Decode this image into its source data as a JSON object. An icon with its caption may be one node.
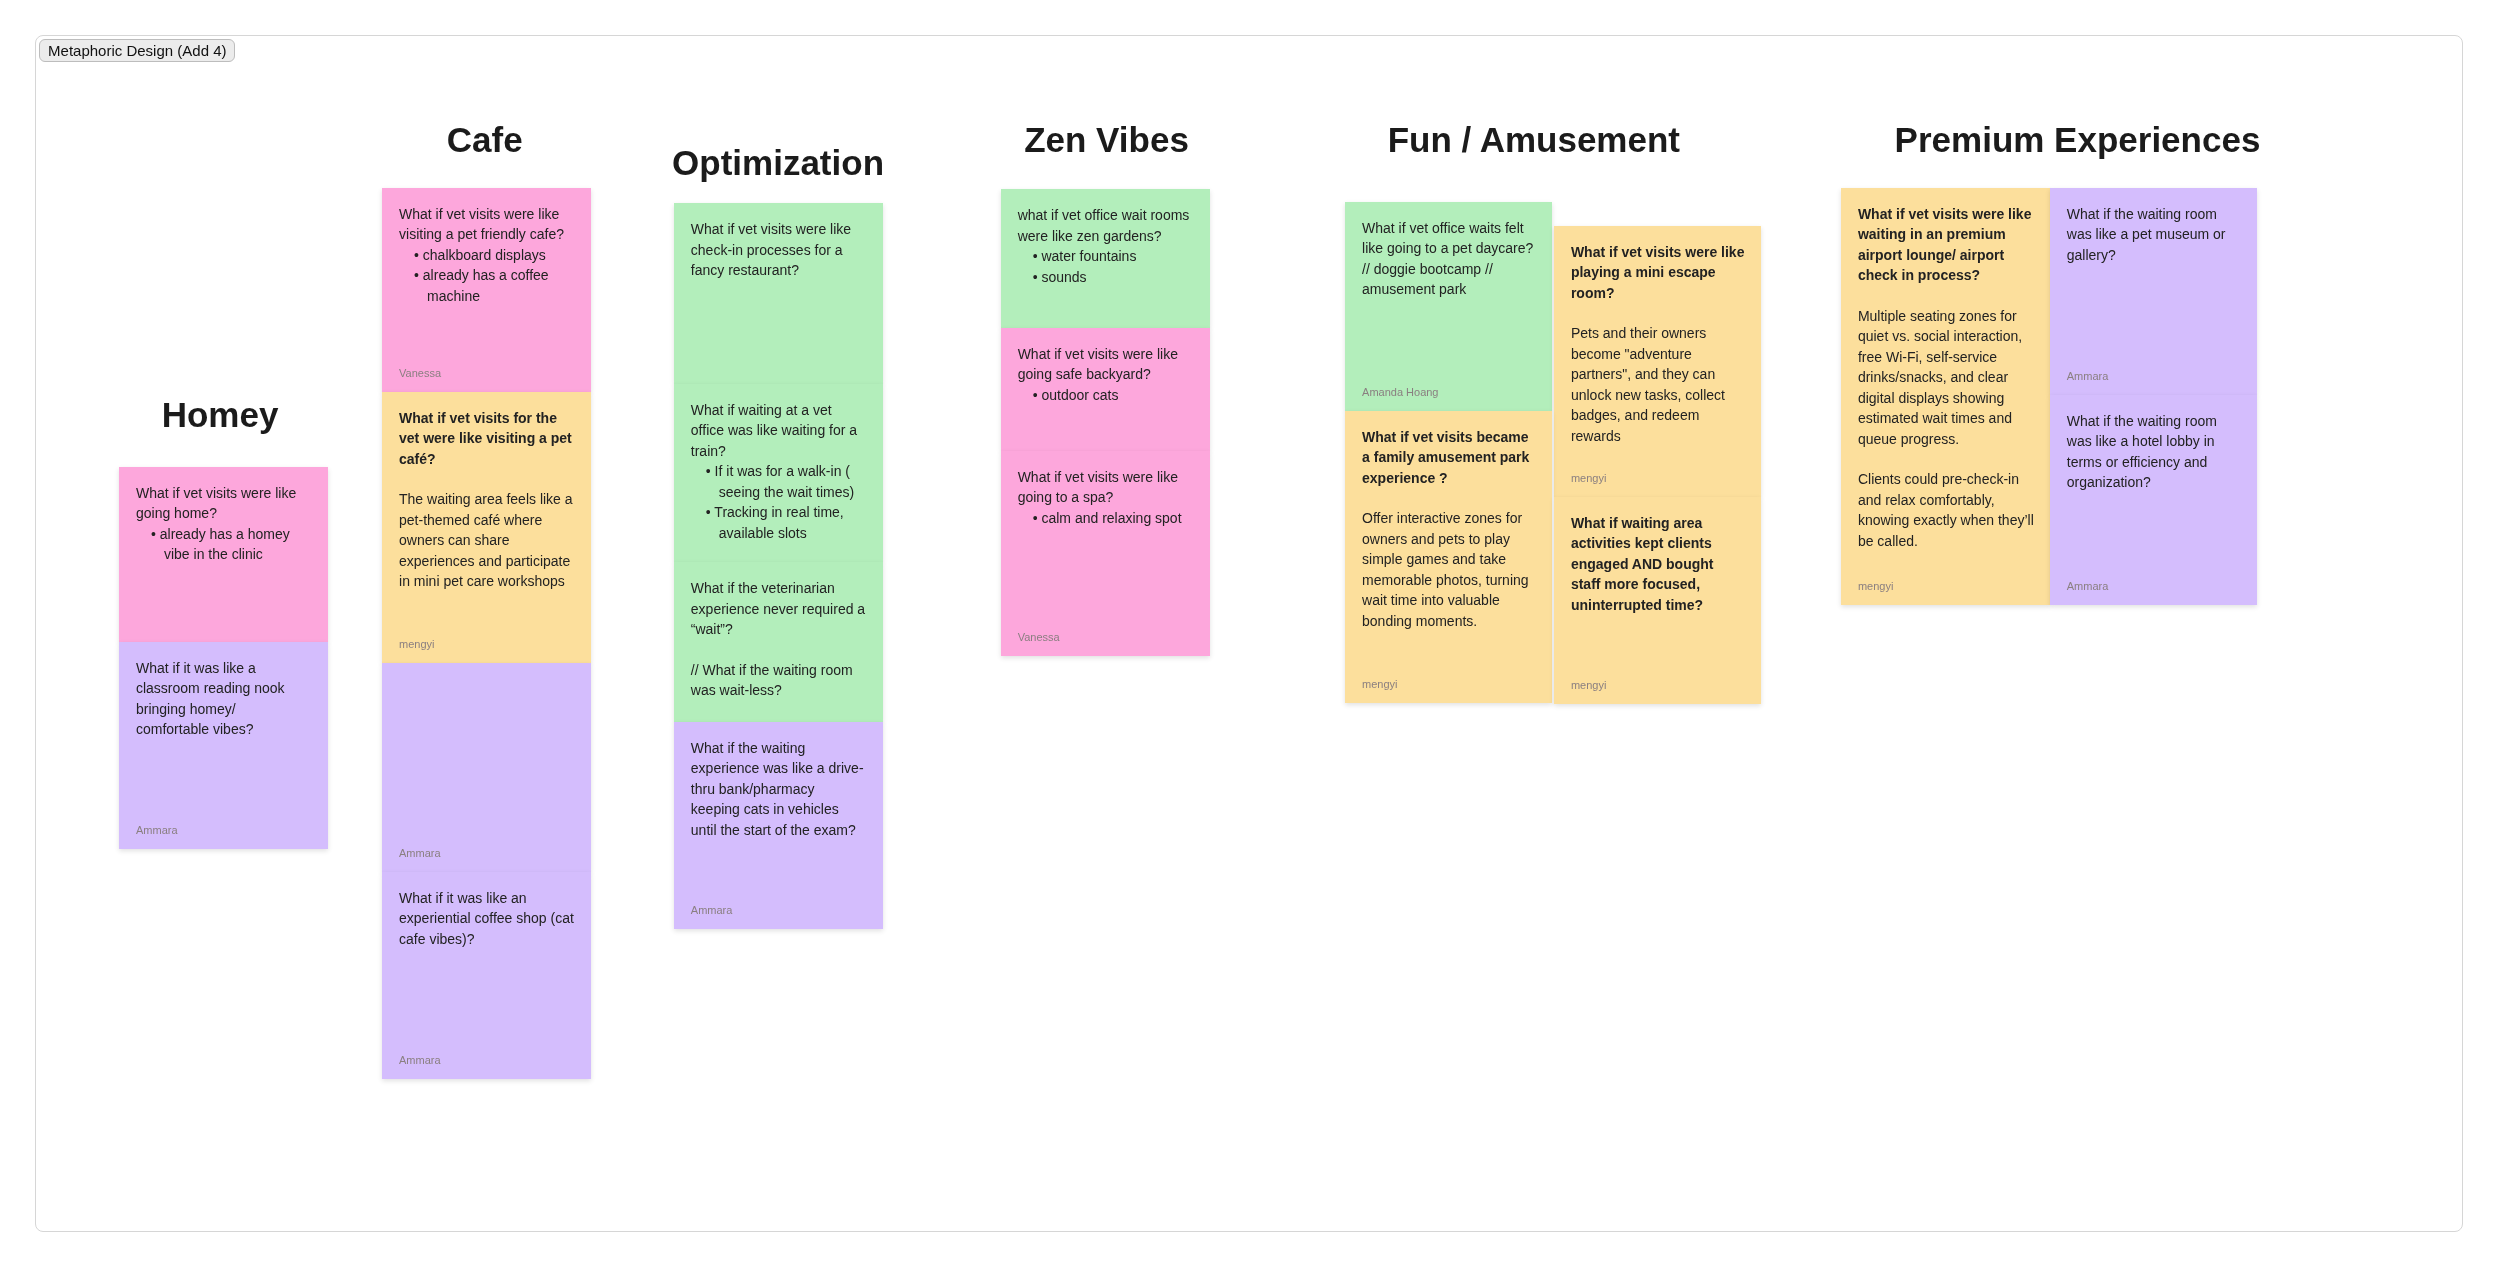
{
  "diagram": {
    "nodes": [
      {
        "text": [
          "Metaphoric Design (Add 4)"
        ]
      },
      {
        "text": [
          "What if vet visits were like going home?",
          "• already has a homey vibe in the clinic"
        ],
        "in": 0
      },
      {
        "text": [
          "What if it was like a classroom reading nook bringing homey/ comfortable vibes?",
          "Ammara"
        ],
        "in": 0
      },
      {
        "text": [
          "What if vet visits were like visiting a pet friendly cafe?",
          "• chalkboard displays",
          "• already has a coffee machine",
          "Vanessa"
        ],
        "in": 0
      },
      {
        "text": [
          "What if vet visits for the vet were like visiting a pet café?",
          "The waiting area feels like a pet-themed café where owners can share experiences and participate in mini pet care workshops",
          "mengyi"
        ],
        "in": 0
      },
      {
        "text": [
          "Ammara"
        ],
        "in": 0
      },
      {
        "text": [
          "What if it was like an experiential coffee shop (cat cafe vibes)?",
          "Ammara"
        ],
        "in": 0
      },
      {
        "text": [
          "What if vet visits were like check-in processes for a fancy restaurant?"
        ],
        "in": 0
      },
      {
        "text": [
          "What if waiting at a vet office was like waiting for a train?",
          "• If it was for a walk-in ( seeing the wait times)",
          "• Tracking in real time, available slots"
        ],
        "in": 0
      },
      {
        "text": [
          "What if the veterinarian experience never required a “wait”?",
          "// What if the waiting room was wait-less?"
        ],
        "in": 0
      },
      {
        "text": [
          "What if the waiting experience was like a drive-thru bank/pharmacy keeping cats in vehicles until the start of the exam?",
          "Ammara"
        ],
        "in": 0
      },
      {
        "text": [
          "what if vet office wait rooms were like zen gardens?",
          "• water fountains",
          "• sounds"
        ],
        "in": 0
      },
      {
        "text": [
          "What if vet visits were like going safe backyard?",
          "• outdoor cats"
        ],
        "in": 0
      },
      {
        "text": [
          "What if vet visits were like going to a spa?",
          "• calm and relaxing spot",
          "Vanessa"
        ],
        "in": 0
      },
      {
        "text": [
          "What if vet office waits felt like going to a pet daycare? // doggie bootcamp // amusement park",
          "Amanda Hoang"
        ],
        "in": 0
      },
      {
        "text": [
          "What if vet visits were like playing a mini escape room?",
          "Pets and their owners become \"adventure partners\", and they can unlock new tasks, collect badges, and redeem rewards",
          "mengyi"
        ],
        "in": 0
      },
      {
        "text": [
          "What if vet visits became a family amusement park experience ?",
          "Offer interactive zones for owners and pets to play simple games and take memorable photos, turning wait time into valuable bonding moments.",
          "mengyi"
        ],
        "in": 0
      },
      {
        "text": [
          "What if waiting area activities kept clients engaged AND bought staff more focused, uninterrupted time?",
          "mengyi"
        ],
        "in": 0
      },
      {
        "text": [
          "What if vet visits were like waiting in an premium airport lounge/ airport check in process?",
          "Multiple seating zones for quiet vs. social interaction, free Wi-Fi, self-service drinks/snacks, and clear digital displays showing estimated wait times and queue progress.",
          "Clients could pre-check-in and relax comfortably, knowing exactly when they’ll be called.",
          "mengyi"
        ],
        "in": 0
      },
      {
        "text": [
          "What if the waiting room was like a pet museum or gallery?",
          "Ammara"
        ],
        "in": 0
      },
      {
        "text": [
          "What if the waiting room was like a hotel lobby in terms or efficiency and organization?",
          "Ammara"
        ],
        "in": 0
      }
    ],
    "labels": [
      "Homey",
      "Cafe",
      "Optimization",
      "Zen Vibes",
      "Fun / Amusement",
      "Premium Experiences"
    ]
  }
}
